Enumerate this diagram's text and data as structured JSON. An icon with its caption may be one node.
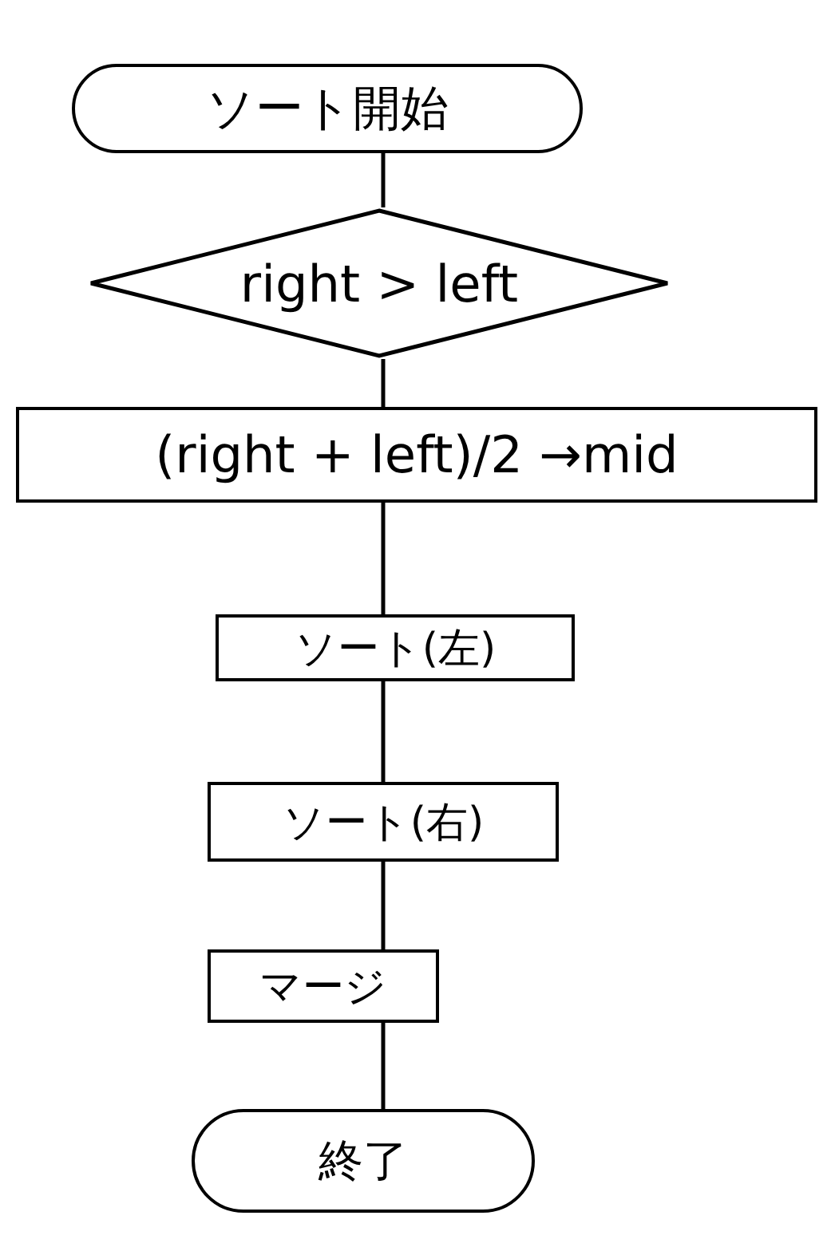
{
  "diagram": {
    "nodes": [
      {
        "text": [
          "ソート開始"
        ]
      },
      {
        "text": [
          "right > left"
        ]
      },
      {
        "text": [
          "(right + left)/2 →mid"
        ]
      },
      {
        "text": [
          "ソート(左)"
        ]
      },
      {
        "text": [
          "ソート(右)"
        ]
      },
      {
        "text": [
          "マージ"
        ]
      },
      {
        "text": [
          "終了"
        ]
      }
    ],
    "edges": [
      {
        "from": 0,
        "to": 1,
        "arrow": "none"
      },
      {
        "from": 1,
        "to": 2,
        "arrow": "none"
      },
      {
        "from": 2,
        "to": 3,
        "arrow": "none"
      },
      {
        "from": 3,
        "to": 4,
        "arrow": "none"
      },
      {
        "from": 4,
        "to": 5,
        "arrow": "none"
      },
      {
        "from": 5,
        "to": 6,
        "arrow": "none"
      }
    ]
  }
}
